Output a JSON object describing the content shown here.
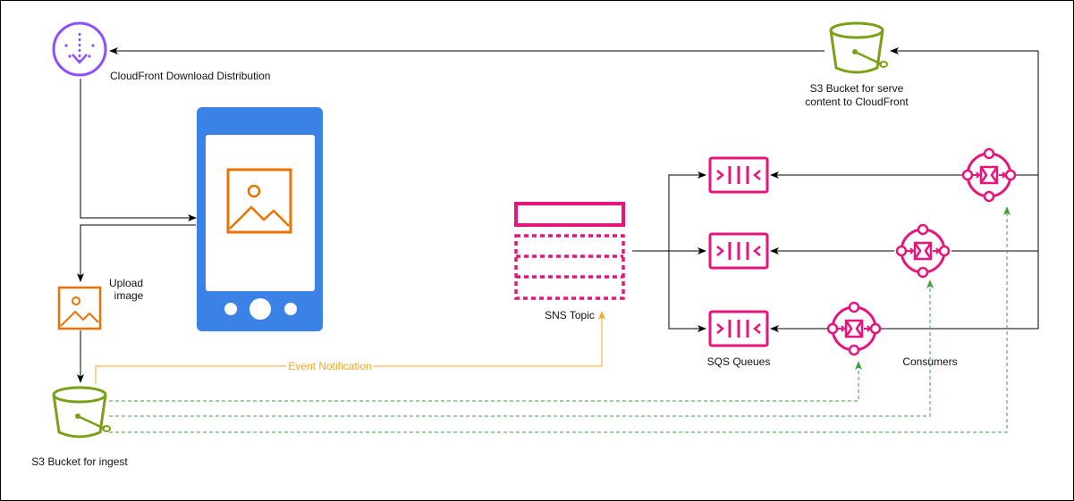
{
  "labels": {
    "cloudfront": "CloudFront Download Distribution",
    "s3_serve_line1": "S3 Bucket for serve",
    "s3_serve_line2": "content to CloudFront",
    "upload_line1": "Upload",
    "upload_line2": "image",
    "s3_ingest": "S3 Bucket for ingest",
    "event_notification": "Event Notification",
    "sns_topic": "SNS Topic",
    "sqs_queues": "SQS Queues",
    "consumers": "Consumers"
  },
  "colors": {
    "cloudfront": "#8c4fff",
    "s3": "#7aa116",
    "image": "#ed7100",
    "phone": "#3b82e6",
    "messaging": "#e7157b",
    "event_line": "#f5a623",
    "trigger_line": "#3aa13a",
    "flow_line": "#000000"
  },
  "icons": {
    "cloudfront": "cloudfront-download-distribution-icon",
    "s3_serve": "s3-bucket-icon",
    "s3_ingest": "s3-bucket-icon",
    "upload_image": "image-icon",
    "mobile": "mobile-phone-icon",
    "sns": "sns-topic-icon",
    "sqs": "sqs-queue-icon",
    "consumer": "consumer-icon"
  }
}
